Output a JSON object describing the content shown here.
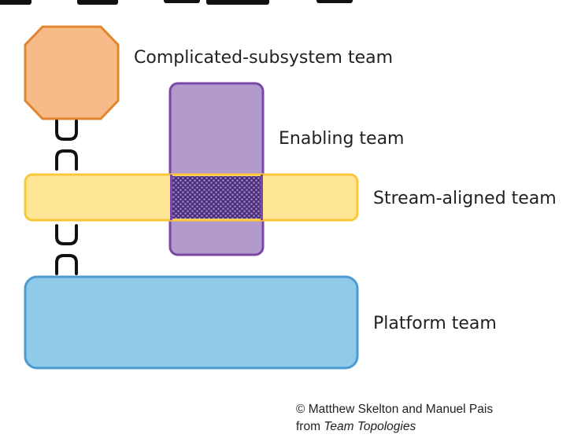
{
  "header": {
    "title_fragment": "ing…  by…  …ping…  …by…"
  },
  "teams": {
    "complicated_subsystem": "Complicated-subsystem team",
    "enabling": "Enabling team",
    "stream_aligned": "Stream-aligned team",
    "platform": "Platform team"
  },
  "colors": {
    "complicated_fill": "#F7BB8A",
    "complicated_stroke": "#E2852F",
    "enabling_fill": "#B29BCC",
    "enabling_stroke": "#7A47A5",
    "stream_fill": "#FFE596",
    "stream_stroke": "#F8C83A",
    "platform_fill": "#8FCBE9",
    "platform_stroke": "#4C9AD0",
    "overlap_fill": "#4B2E78",
    "connector": "#111111"
  },
  "credit": {
    "line1": "© Matthew Skelton and Manuel Pais",
    "line2_prefix": "from ",
    "line2_source": "Team Topologies"
  }
}
